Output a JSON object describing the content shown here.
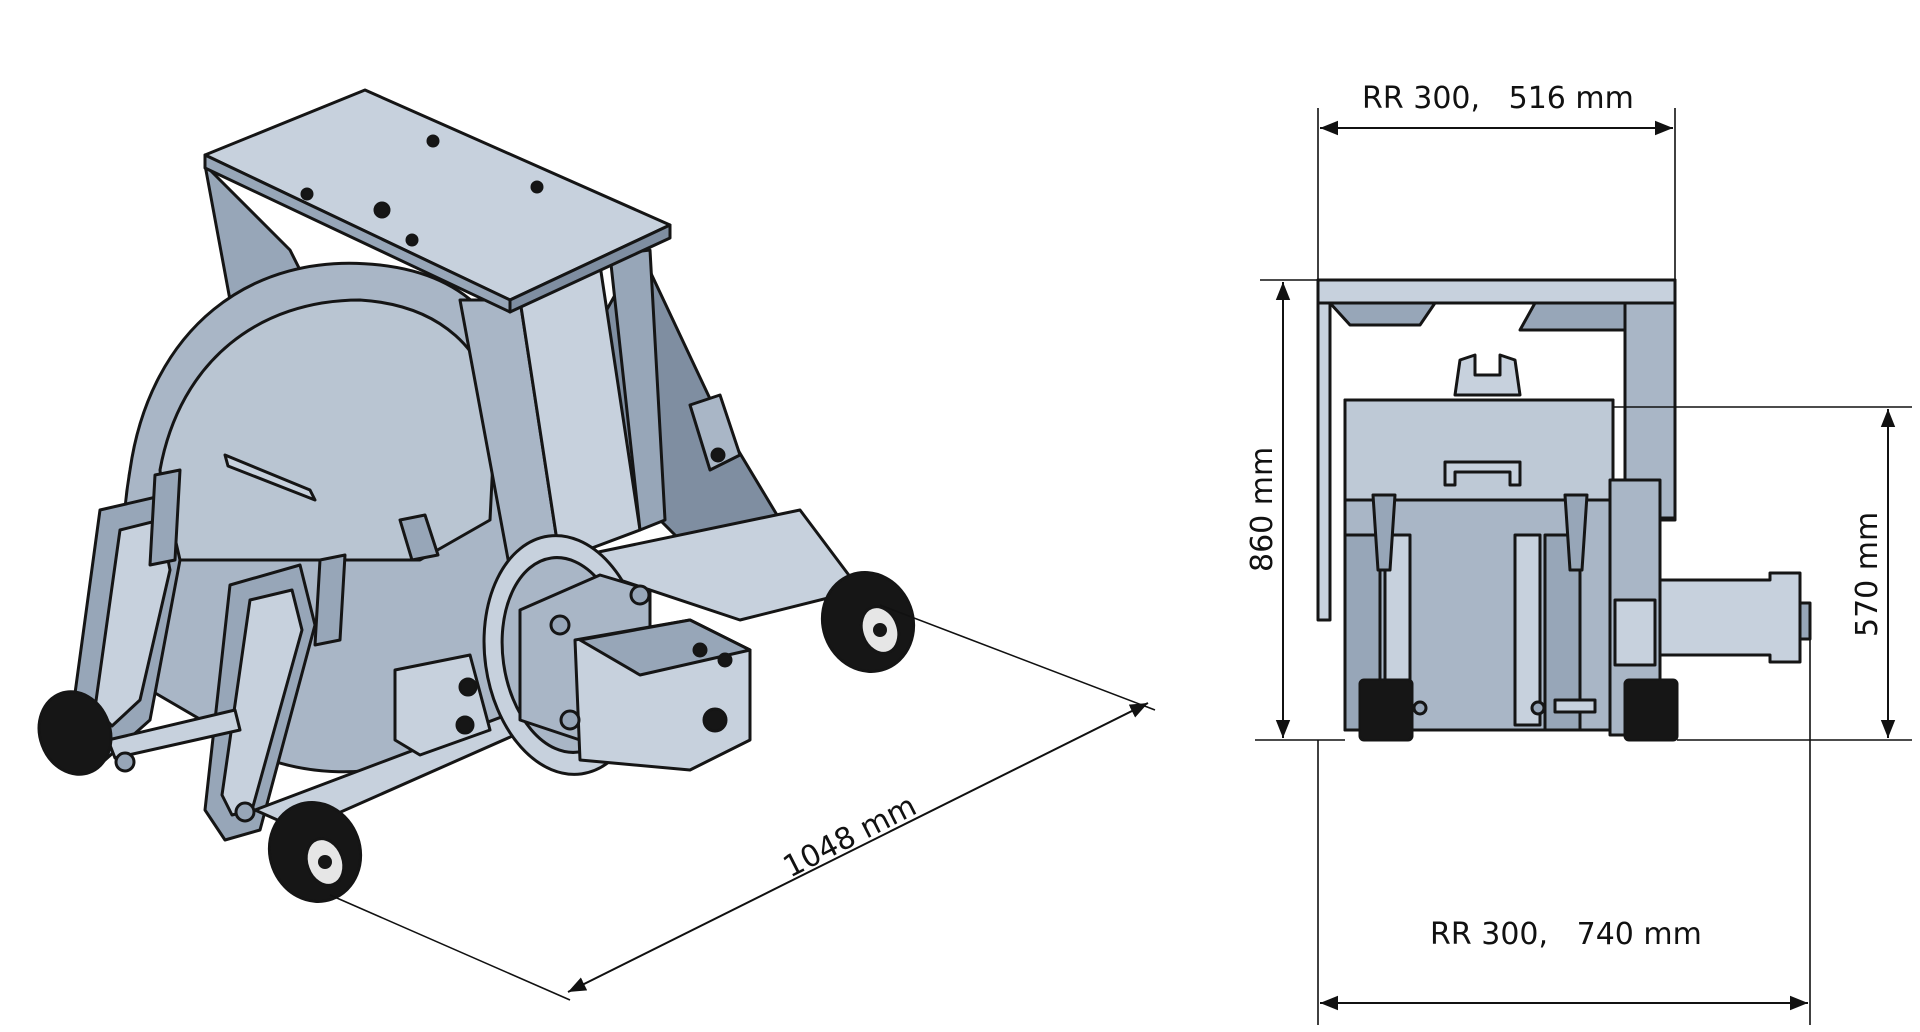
{
  "dimensions": {
    "diagonal_length": "1048 mm",
    "height_total": "860 mm",
    "height_body": "570 mm",
    "width_top": "RR 300,   516 mm",
    "width_bottom": "RR 300,   740 mm"
  },
  "colors": {
    "metal": "#a9b6c6",
    "metal_light": "#c7d1dd",
    "metal_dark": "#7f8ea1",
    "outline": "#151515",
    "tire": "#161616"
  }
}
